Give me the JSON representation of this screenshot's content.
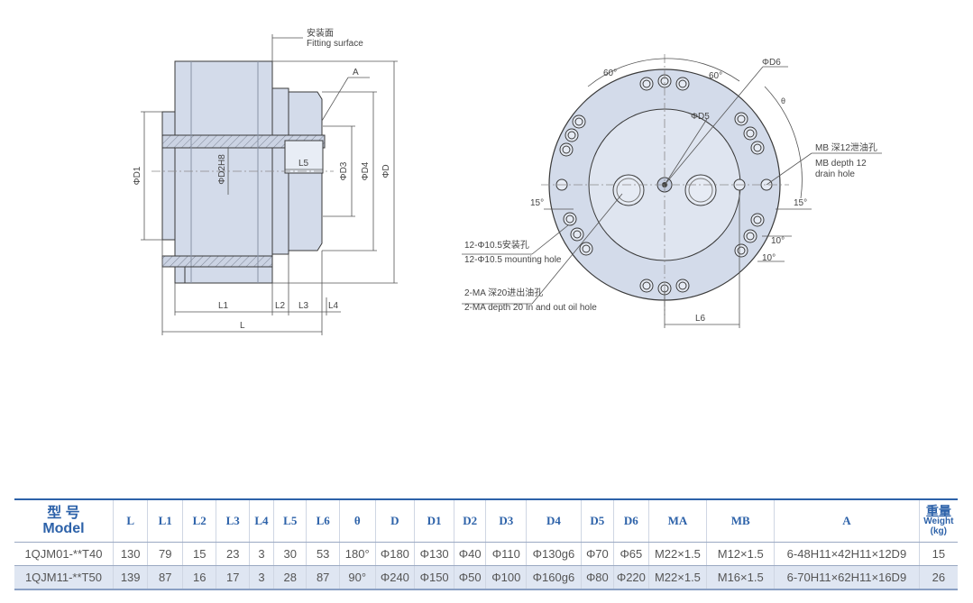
{
  "side_view": {
    "fitting_surface_cn": "安装面",
    "fitting_surface_en": "Fitting surface",
    "label_A": "A",
    "label_D1": "ΦD1",
    "label_D2": "ΦD2H8",
    "label_L5": "L5",
    "label_D3": "ΦD3",
    "label_D4": "ΦD4",
    "label_D": "ΦD",
    "label_L1": "L1",
    "label_L2": "L2",
    "label_L3": "L3",
    "label_L4": "L4",
    "label_L": "L"
  },
  "front_view": {
    "angle_60_left": "60°",
    "angle_60_right": "60°",
    "label_D6": "ΦD6",
    "label_D5": "ΦD5",
    "label_theta": "θ",
    "mb_cn": "MB 深12泄油孔",
    "mb_en_1": "MB depth 12",
    "mb_en_2": "drain hole",
    "angle_15_left": "15°",
    "angle_15_right": "15°",
    "angle_10_a": "10°",
    "angle_10_b": "10°",
    "mount_cn": "12-Φ10.5安装孔",
    "mount_en": "12-Φ10.5 mounting hole",
    "ma_cn": "2-MA 深20进出油孔",
    "ma_en": "2-MA depth 20 In and out oil hole",
    "label_L6": "L6"
  },
  "table": {
    "headers": {
      "model_cn": "型 号",
      "model_en": "Model",
      "L": "L",
      "L1": "L1",
      "L2": "L2",
      "L3": "L3",
      "L4": "L4",
      "L5": "L5",
      "L6": "L6",
      "theta": "θ",
      "D": "D",
      "D1": "D1",
      "D2": "D2",
      "D3": "D3",
      "D4": "D4",
      "D5": "D5",
      "D6": "D6",
      "MA": "MA",
      "MB": "MB",
      "A": "A",
      "weight_cn": "重量",
      "weight_en": "Weight",
      "weight_unit": "(kg)"
    },
    "rows": [
      [
        "1QJM01-**T40",
        "130",
        "79",
        "15",
        "23",
        "3",
        "30",
        "53",
        "180°",
        "Φ180",
        "Φ130",
        "Φ40",
        "Φ110",
        "Φ130g6",
        "Φ70",
        "Φ65",
        "M22×1.5",
        "M12×1.5",
        "6-48H11×42H11×12D9",
        "15"
      ],
      [
        "1QJM11-**T50",
        "139",
        "87",
        "16",
        "17",
        "3",
        "28",
        "87",
        "90°",
        "Φ240",
        "Φ150",
        "Φ50",
        "Φ100",
        "Φ160g6",
        "Φ80",
        "Φ220",
        "M22×1.5",
        "M16×1.5",
        "6-70H11×62H11×16D9",
        "26"
      ]
    ]
  },
  "colors": {
    "body_fill": "#d3dbea",
    "outline": "#3a3a3a",
    "header_text": "#2d62a9",
    "alt_row": "#dfe6f2"
  }
}
